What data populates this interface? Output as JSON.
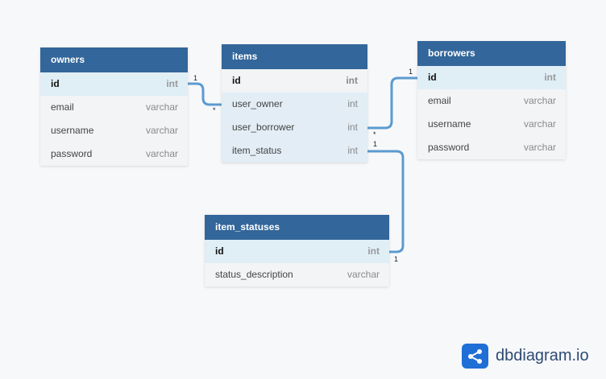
{
  "tables": [
    {
      "id": "owners",
      "name": "owners",
      "rows": [
        {
          "name": "id",
          "type": "int"
        },
        {
          "name": "email",
          "type": "varchar"
        },
        {
          "name": "username",
          "type": "varchar"
        },
        {
          "name": "password",
          "type": "varchar"
        }
      ]
    },
    {
      "id": "items",
      "name": "items",
      "rows": [
        {
          "name": "id",
          "type": "int"
        },
        {
          "name": "user_owner",
          "type": "int"
        },
        {
          "name": "user_borrower",
          "type": "int"
        },
        {
          "name": "item_status",
          "type": "int"
        }
      ]
    },
    {
      "id": "borrowers",
      "name": "borrowers",
      "rows": [
        {
          "name": "id",
          "type": "int"
        },
        {
          "name": "email",
          "type": "varchar"
        },
        {
          "name": "username",
          "type": "varchar"
        },
        {
          "name": "password",
          "type": "varchar"
        }
      ]
    },
    {
      "id": "item_statuses",
      "name": "item_statuses",
      "rows": [
        {
          "name": "id",
          "type": "int"
        },
        {
          "name": "status_description",
          "type": "varchar"
        }
      ]
    }
  ],
  "relationships": [
    {
      "from": "owners.id",
      "to": "items.user_owner",
      "from_card": "1",
      "to_card": "*"
    },
    {
      "from": "items.user_borrower",
      "to": "borrowers.id",
      "from_card": "*",
      "to_card": "1"
    },
    {
      "from": "items.item_status",
      "to": "item_statuses.id",
      "from_card": "1",
      "to_card": "1"
    }
  ],
  "brand": {
    "name": "dbdiagram.io",
    "icon": "share-nodes-icon"
  },
  "colors": {
    "header": "#33669a",
    "link": "#5b9bd0",
    "pk_row": "#e0eef6",
    "background": "#f7f8fa"
  }
}
